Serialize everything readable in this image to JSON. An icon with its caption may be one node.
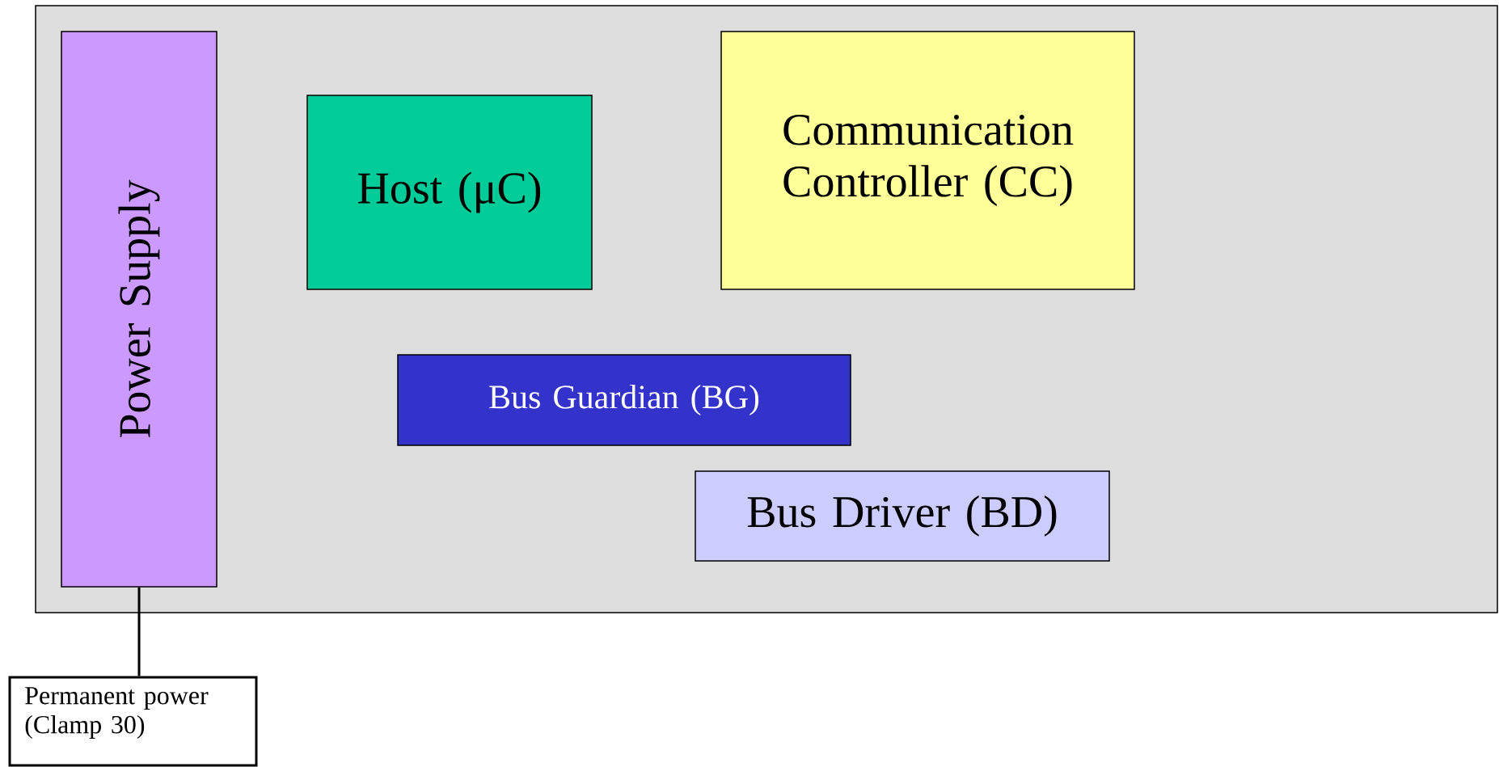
{
  "diagram": {
    "nodes": [
      {
        "text": [],
        "shape": "box"
      },
      {
        "text": [
          "Power Supply"
        ],
        "in": 0
      },
      {
        "text": [
          "Host (μC)"
        ],
        "in": 0
      },
      {
        "text": [
          "Communication Controller (CC)"
        ],
        "in": 0
      },
      {
        "text": [
          "Bus Guardian (BG)"
        ],
        "in": 0
      },
      {
        "text": [
          "Bus Driver (BD)"
        ],
        "in": 0
      },
      {
        "text": [
          "Permanent power (Clamp 30)"
        ]
      }
    ],
    "edges": [
      {
        "from": 1,
        "to": 6,
        "arrow": "none"
      }
    ]
  }
}
